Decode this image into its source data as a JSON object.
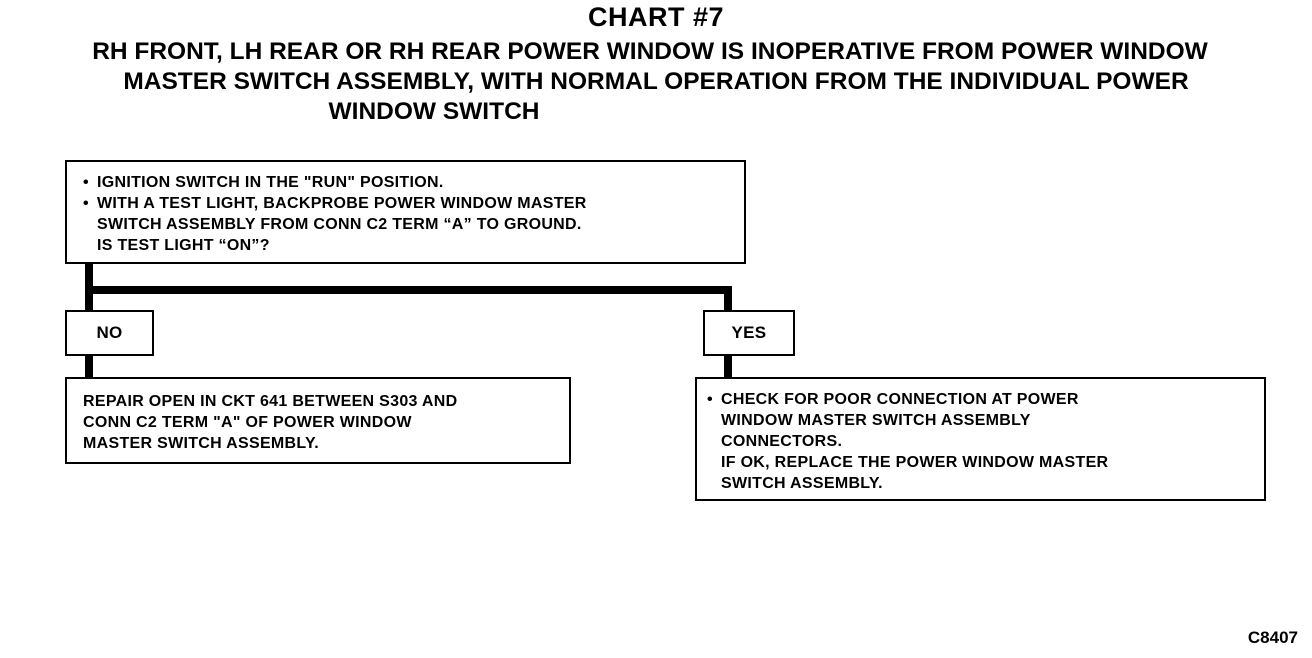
{
  "chart_number": "CHART #7",
  "title_lines": [
    "RH FRONT, LH REAR OR RH REAR POWER WINDOW IS INOPERATIVE FROM POWER WINDOW",
    "MASTER SWITCH ASSEMBLY, WITH NORMAL OPERATION FROM THE INDIVIDUAL POWER",
    "WINDOW SWITCH"
  ],
  "question_box": {
    "bullet": "•",
    "lines": [
      "IGNITION SWITCH IN THE \"RUN\" POSITION.",
      "WITH A TEST LIGHT, BACKPROBE POWER WINDOW MASTER",
      "SWITCH ASSEMBLY FROM CONN C2 TERM “A” TO GROUND.",
      "IS TEST LIGHT “ON”?"
    ]
  },
  "branches": {
    "no_label": "NO",
    "yes_label": "YES"
  },
  "no_action": {
    "lines": [
      "REPAIR OPEN IN CKT 641 BETWEEN S303 AND",
      "CONN C2 TERM \"A\" OF POWER WINDOW",
      "MASTER SWITCH ASSEMBLY."
    ]
  },
  "yes_action": {
    "bullet": "•",
    "lines": [
      "CHECK FOR POOR CONNECTION AT POWER",
      "WINDOW MASTER SWITCH ASSEMBLY",
      "CONNECTORS.",
      "IF OK, REPLACE THE POWER WINDOW MASTER",
      "SWITCH ASSEMBLY."
    ]
  },
  "figure_code": "C8407"
}
